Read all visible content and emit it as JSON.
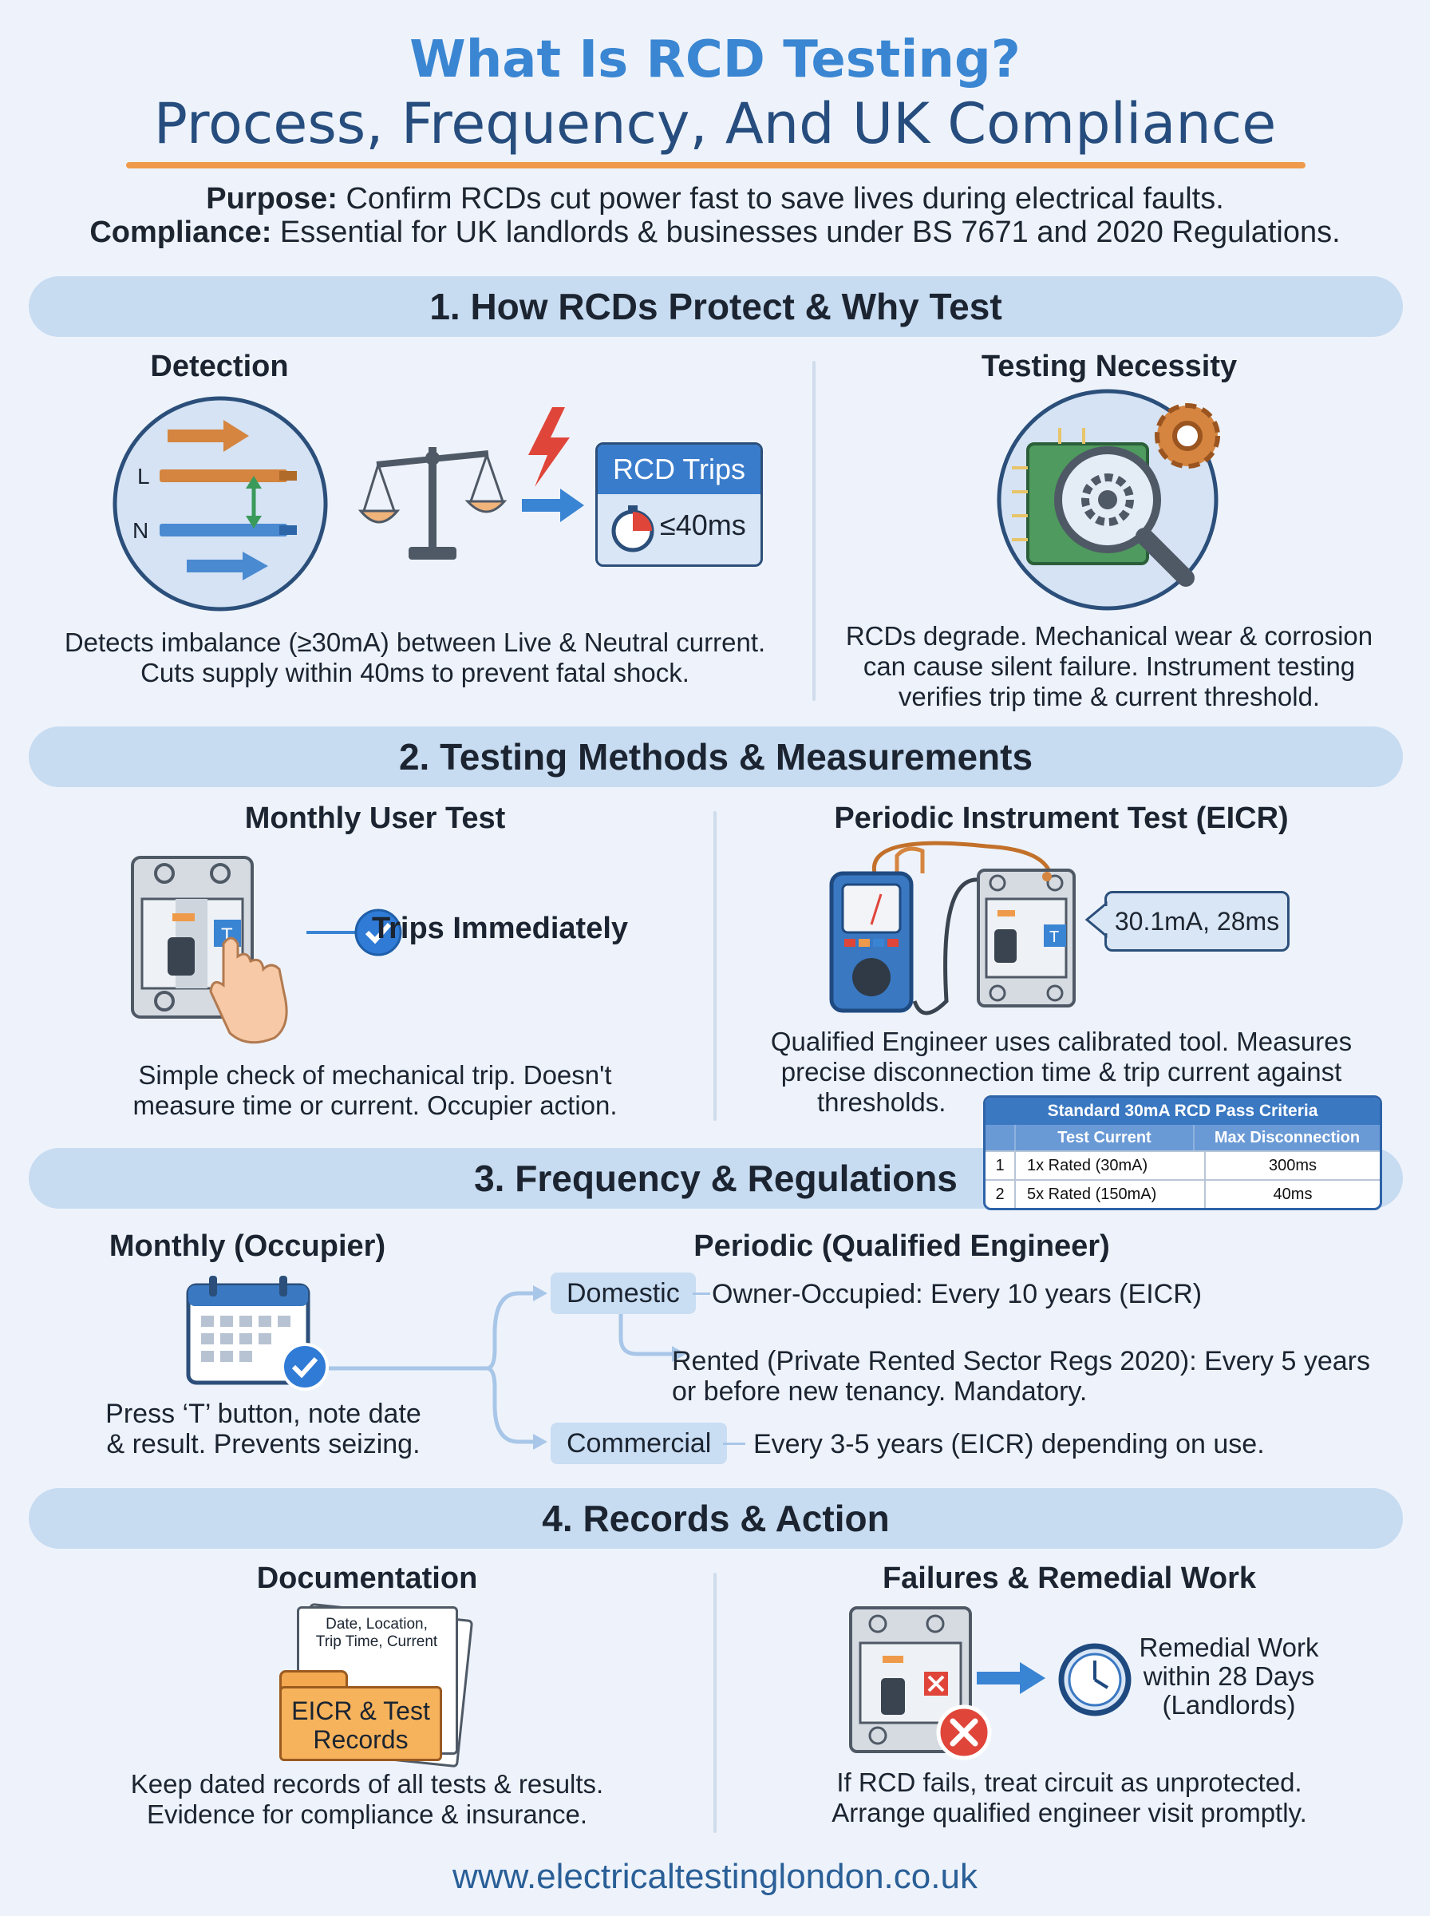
{
  "header": {
    "title_line1": "What Is RCD Testing?",
    "title_line2": "Process, Frequency, And UK Compliance",
    "purpose_label": "Purpose:",
    "purpose_text": " Confirm RCDs cut power fast to save lives during electrical faults.",
    "compliance_label": "Compliance:",
    "compliance_text": " Essential for UK landlords & businesses under BS 7671 and 2020 Regulations."
  },
  "section1": {
    "heading": "1. How RCDs Protect & Why Test",
    "detection": {
      "title": "Detection",
      "label_live": "L",
      "label_neutral": "N",
      "trip_box_title": "RCD Trips",
      "trip_box_time": "≤40ms",
      "desc_line1": "Detects imbalance (≥30mA) between Live & Neutral current.",
      "desc_line2": "Cuts supply within 40ms to prevent fatal shock."
    },
    "necessity": {
      "title": "Testing Necessity",
      "desc_line1": "RCDs degrade. Mechanical wear & corrosion",
      "desc_line2": "can cause silent failure. Instrument testing",
      "desc_line3": "verifies trip time & current threshold."
    }
  },
  "section2": {
    "heading": "2. Testing Methods & Measurements",
    "monthly": {
      "title": "Monthly User Test",
      "button_letter": "T",
      "result": "Trips Immediately",
      "desc_line1": "Simple check of mechanical trip. Doesn't",
      "desc_line2": "measure time or current. Occupier action."
    },
    "periodic": {
      "title": "Periodic Instrument Test (EICR)",
      "button_letter": "T",
      "reading": "30.1mA, 28ms",
      "desc_line1": "Qualified Engineer uses calibrated tool. Measures",
      "desc_line2": "precise disconnection time & trip current against",
      "desc_line3": "thresholds."
    },
    "table": {
      "title": "Standard 30mA RCD Pass Criteria",
      "col_test": "Test Current",
      "col_time": "Max Disconnection Time",
      "rows": [
        {
          "n": "1",
          "test": "1x Rated (30mA)",
          "time": "300ms"
        },
        {
          "n": "2",
          "test": "5x Rated (150mA)",
          "time": "40ms"
        }
      ]
    }
  },
  "section3": {
    "heading": "3. Frequency & Regulations",
    "monthly_title": "Monthly (Occupier)",
    "monthly_desc_line1": "Press ‘T’ button, note date",
    "monthly_desc_line2": "& result. Prevents seizing.",
    "periodic_title": "Periodic (Qualified Engineer)",
    "domestic_tag": "Domestic",
    "domestic_owner": "Owner-Occupied: Every 10 years (EICR)",
    "domestic_rented_line1": "Rented (Private Rented Sector Regs 2020): Every 5 years",
    "domestic_rented_line2": "or before new tenancy. Mandatory.",
    "commercial_tag": "Commercial",
    "commercial_text": "Every 3-5 years (EICR) depending on use."
  },
  "section4": {
    "heading": "4. Records & Action",
    "documentation": {
      "title": "Documentation",
      "paper_line1": "Date, Location,",
      "paper_line2": "Trip Time, Current",
      "folder_line1": "EICR & Test",
      "folder_line2": "Records",
      "desc_line1": "Keep dated records of all tests & results.",
      "desc_line2": "Evidence for compliance & insurance."
    },
    "failures": {
      "title": "Failures & Remedial Work",
      "remedial_line1": "Remedial Work",
      "remedial_line2": "within 28 Days",
      "remedial_line3": "(Landlords)",
      "desc_line1": "If RCD fails, treat circuit as unprotected.",
      "desc_line2": "Arrange qualified engineer visit promptly."
    }
  },
  "footer": {
    "url": "www.electricaltestinglondon.co.uk"
  },
  "colors": {
    "title_blue": "#3a86d2",
    "title_navy": "#264d7e",
    "accent_orange": "#ef9a4a",
    "band_blue": "#c7dbf1",
    "icon_blue": "#3a78c2",
    "fail_red": "#e0453a",
    "check_blue": "#2f7bd6"
  }
}
